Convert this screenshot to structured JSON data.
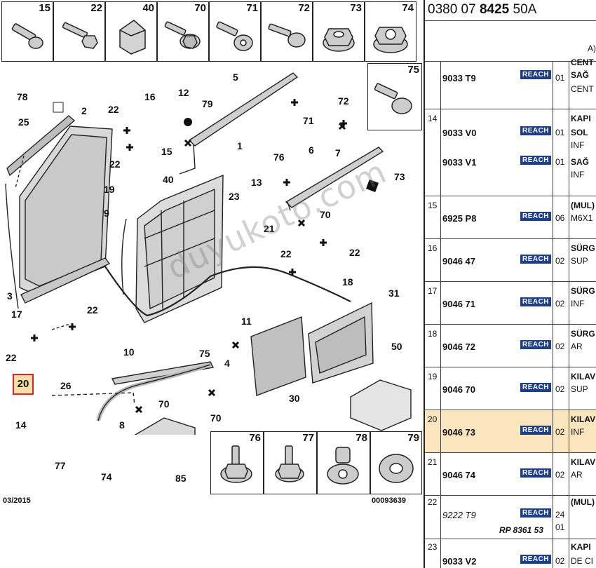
{
  "diagram": {
    "top_icons": [
      "15",
      "22",
      "40",
      "70",
      "71",
      "72",
      "73",
      "74"
    ],
    "right_icon": "75",
    "bottom_icons": [
      "76",
      "77",
      "78",
      "79"
    ],
    "callouts": [
      "78",
      "2",
      "25",
      "22",
      "16",
      "12",
      "79",
      "5",
      "15",
      "22",
      "40",
      "71",
      "72",
      "7",
      "1",
      "19",
      "9",
      "6",
      "76",
      "73",
      "23",
      "13",
      "70",
      "21",
      "22",
      "22",
      "18",
      "3",
      "17",
      "22",
      "22",
      "11",
      "31",
      "75",
      "10",
      "26",
      "4",
      "50",
      "30",
      "14",
      "70",
      "70",
      "8",
      "77",
      "74",
      "85"
    ],
    "selected_callout": "20",
    "date": "03/2015",
    "drawing_ref": "00093639",
    "watermark": "duyukoto.com"
  },
  "partlist": {
    "header_prefix": "0380 07 ",
    "header_bold": "8425",
    "header_suffix": " 50A",
    "col_label": "A)",
    "rows": [
      {
        "ref": "",
        "pn": "9033 T9",
        "reach": "REACH",
        "qty": "01",
        "d0": "CENT",
        "d1": "SAĞ",
        "d2": "CENT"
      },
      {
        "ref": "14",
        "pn": "9033 V0",
        "reach": "REACH",
        "qty": "01",
        "d0": "KAPI",
        "d1": "SOL",
        "d2": "INF",
        "pn2": "9033 V1",
        "reach2": "REACH",
        "qty2": "01",
        "d3": "SAĞ",
        "d4": "INF"
      },
      {
        "ref": "15",
        "pn": "6925 P8",
        "reach": "REACH",
        "qty": "06",
        "d0": "(MUL)",
        "d1": "M6X1"
      },
      {
        "ref": "16",
        "pn": "9046 47",
        "reach": "REACH",
        "qty": "02",
        "d0": "SÜRG",
        "d1": "SUP"
      },
      {
        "ref": "17",
        "pn": "9046 71",
        "reach": "REACH",
        "qty": "02",
        "d0": "SÜRG",
        "d1": "INF"
      },
      {
        "ref": "18",
        "pn": "9046 72",
        "reach": "REACH",
        "qty": "02",
        "d0": "SÜRG",
        "d1": "AR"
      },
      {
        "ref": "19",
        "pn": "9046 70",
        "reach": "REACH",
        "qty": "02",
        "d0": "KILAV",
        "d1": "SUP"
      },
      {
        "ref": "20",
        "pn": "9046 73",
        "reach": "REACH",
        "qty": "02",
        "d0": "KILAV",
        "d1": "INF"
      },
      {
        "ref": "21",
        "pn": "9046 74",
        "reach": "REACH",
        "qty": "02",
        "d0": "KILAV",
        "d1": "AR"
      },
      {
        "ref": "22",
        "pn": "9222 T9",
        "reach": "REACH",
        "qty": "24",
        "qty2": "01",
        "d0": "(MUL)",
        "rp": "RP 8361 53"
      },
      {
        "ref": "23",
        "pn": "9033 V2",
        "reach": "REACH",
        "qty": "02",
        "d0": "KAPI",
        "d1": "DE CI"
      }
    ]
  }
}
